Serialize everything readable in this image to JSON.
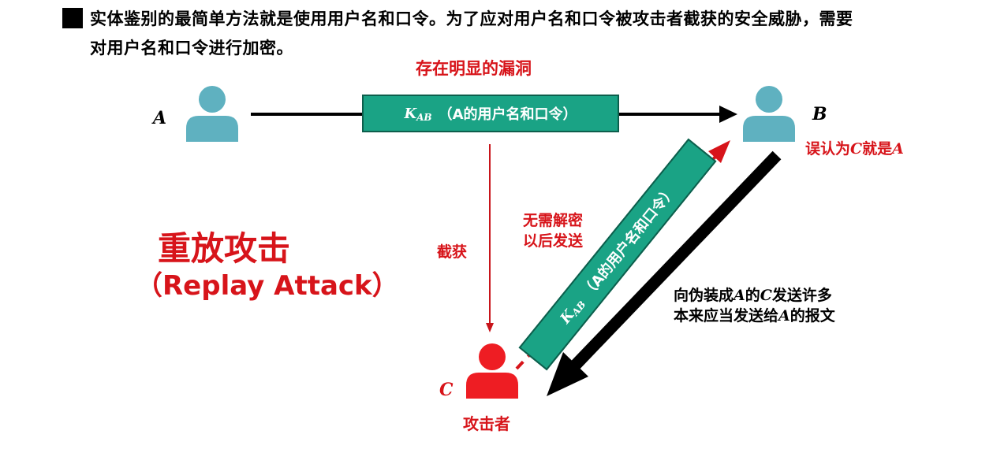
{
  "intro": {
    "line1": "实体鉴别的最简单方法就是使用用户名和口令。为了应对用户名和口令被攻击者截获的安全威胁，需要",
    "line2": "对用户名和口令进行加密。"
  },
  "vulnerability_label": "存在明显的漏洞",
  "nodes": {
    "a_label": "A",
    "b_label": "B",
    "c_label": "C",
    "c_caption": "攻击者"
  },
  "message": {
    "key": "K",
    "key_sub": "AB",
    "text": "（A的用户名和口令）"
  },
  "b_belief": {
    "prefix": "误认为",
    "c": "C",
    "middle": "就是",
    "a": "A"
  },
  "intercept_label": "截获",
  "replay_note": {
    "line1": "无需解密",
    "line2": "以后发送"
  },
  "attack_title": "重放攻击",
  "attack_subtitle": "（Replay Attack）",
  "b_sends_note": {
    "l1_a": "向伪装成",
    "l1_b": "A",
    "l1_c": "的",
    "l1_d": "C",
    "l1_e": "发送许多",
    "l2_a": "本来应当发送给",
    "l2_b": "A",
    "l2_c": "的报文"
  },
  "colors": {
    "person_teal": "#5fb1c0",
    "attacker_red": "#ee1d23",
    "box_green": "#1aa385",
    "label_red": "#d7141a"
  }
}
